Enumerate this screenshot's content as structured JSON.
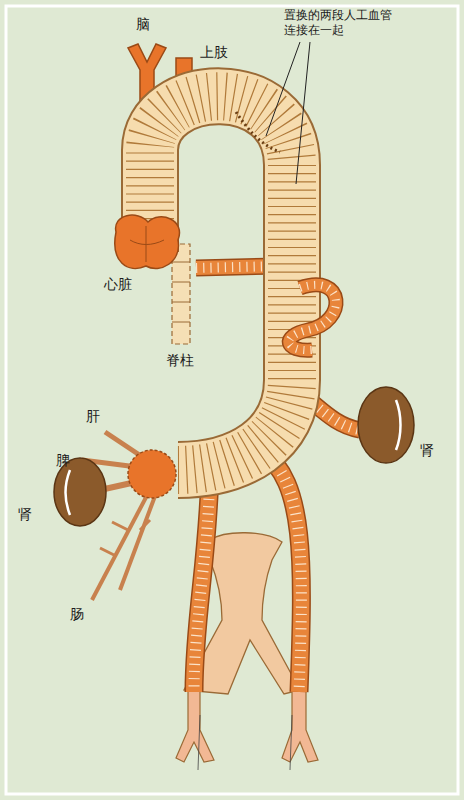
{
  "diagram": {
    "labels": [
      "脑",
      "上肢",
      "置换的两段人工血管 连接在一起",
      "心脏",
      "脊柱",
      "肝",
      "脾",
      "肾",
      "肾",
      "肠"
    ]
  }
}
